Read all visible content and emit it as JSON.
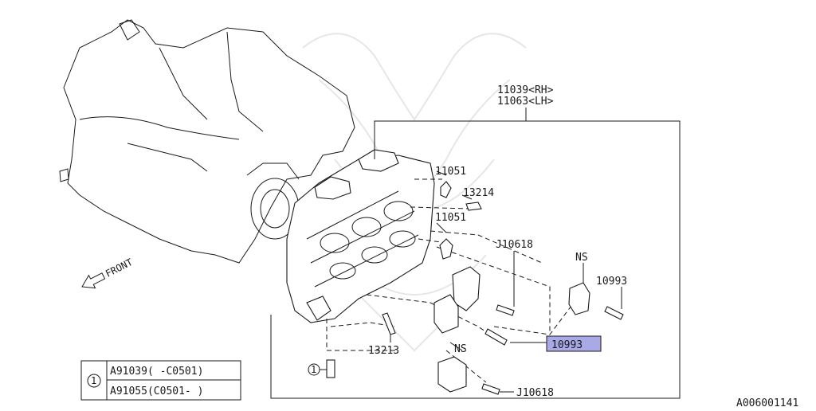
{
  "diagram": {
    "callouts": {
      "head_rh": "11039<RH>",
      "head_lh": "11063<LH>",
      "part_11051_a": "11051",
      "part_13214": "13214",
      "part_11051_b": "11051",
      "part_j10618_a": "J10618",
      "ns_a": "NS",
      "part_10993_a": "10993",
      "part_10993_highlight": "10993",
      "ns_b": "NS",
      "part_13213": "13213",
      "part_j10618_b": "J10618",
      "front_arrow": "FRONT",
      "circle_ref": "1"
    },
    "legend": {
      "symbol": "1",
      "rows": [
        "A91039(  -C0501)",
        "A91055(C0501-  )"
      ]
    },
    "figure_id": "A006001141",
    "highlight_color": "#a9a9e8"
  }
}
